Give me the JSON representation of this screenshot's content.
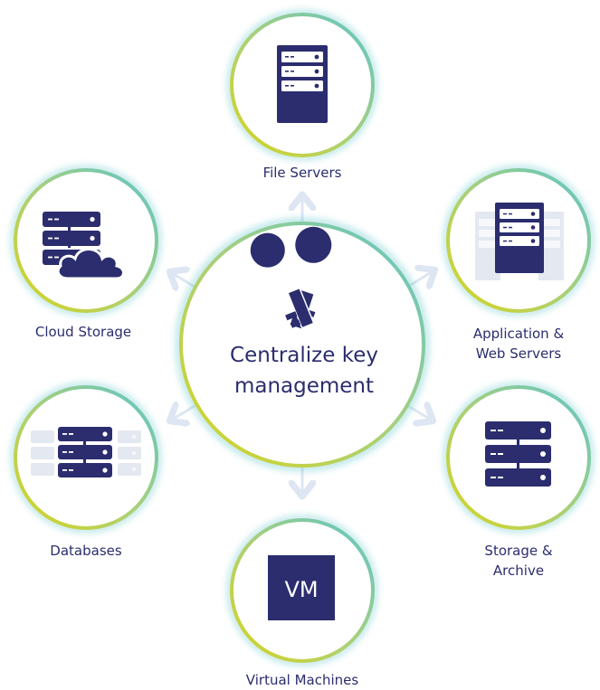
{
  "center": {
    "title": "Centralize key\nmanagement",
    "icon": "keys-icon"
  },
  "nodes": {
    "file_servers": {
      "label": "File Servers",
      "icon": "server-rack-icon"
    },
    "app_web_servers": {
      "label": "Application &\nWeb Servers",
      "icon": "server-rack-icon"
    },
    "storage_archive": {
      "label": "Storage &\nArchive",
      "icon": "storage-stack-icon"
    },
    "virtual_machines": {
      "label": "Virtual Machines",
      "icon": "vm-icon",
      "icon_text": "VM"
    },
    "databases": {
      "label": "Databases",
      "icon": "database-stack-icon"
    },
    "cloud_storage": {
      "label": "Cloud Storage",
      "icon": "cloud-storage-icon"
    }
  },
  "colors": {
    "navy": "#2b2d6e",
    "ring_yellow": "#d8d41e",
    "ring_teal": "#5ec4c9",
    "arrow": "#dde6f2",
    "ghost": "#e4e8f1"
  }
}
